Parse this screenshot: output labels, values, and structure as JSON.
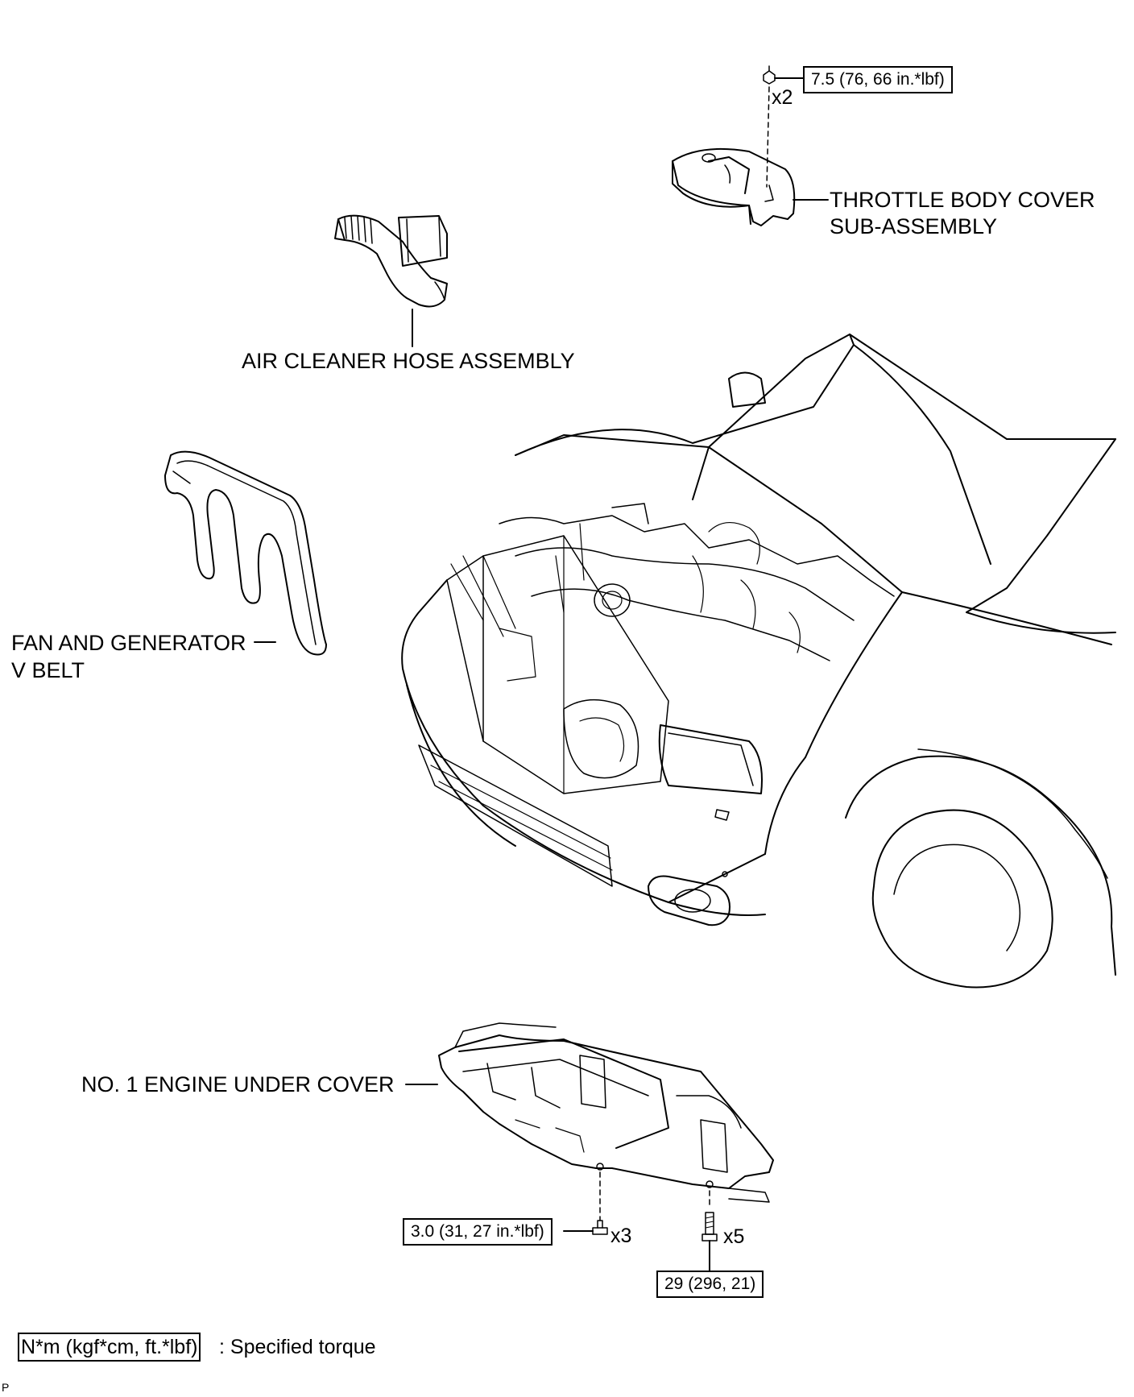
{
  "labels": {
    "throttle_cover_line1": "THROTTLE BODY COVER",
    "throttle_cover_line2": "SUB-ASSEMBLY",
    "air_cleaner_hose": "AIR CLEANER HOSE ASSEMBLY",
    "fan_belt_line1": "FAN AND GENERATOR",
    "fan_belt_line2": "V BELT",
    "under_cover": "NO. 1 ENGINE UNDER COVER"
  },
  "torques": {
    "cover_nut": "7.5 (76, 66 in.*lbf)",
    "under_cover_small": "3.0 (31, 27 in.*lbf)",
    "under_cover_large": "29 (296, 21)"
  },
  "quantities": {
    "cover_nut": "x2",
    "under_cover_small": "x3",
    "under_cover_large": "x5"
  },
  "legend": {
    "unit": "N*m (kgf*cm, ft.*lbf)",
    "meaning": ": Specified torque"
  },
  "corner_mark": "P"
}
